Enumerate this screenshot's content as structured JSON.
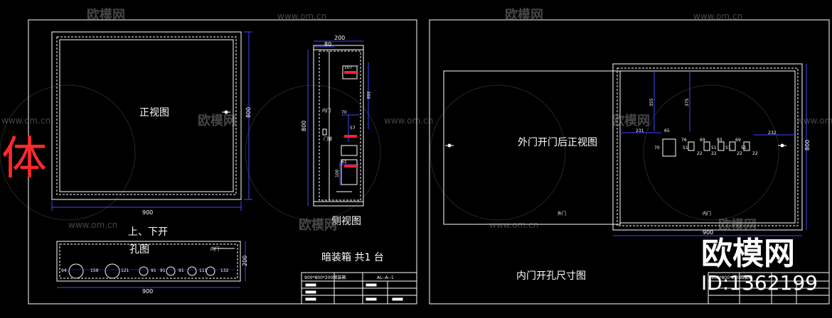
{
  "left_sheet": {
    "front_view_title": "正视图",
    "side_view_title": "侧视图",
    "holes_title_line1": "上、下开",
    "holes_title_line2": "孔图",
    "summary": "暗装箱  共1 台",
    "red_mark": "体",
    "front_width_dim": "900",
    "front_height_dim": "800",
    "side_width_dim": "200",
    "side_sub_dim": "80",
    "side_height_dim": "800",
    "side_dims": [
      "107",
      "388",
      "70",
      "57",
      "61",
      "100"
    ],
    "side_notes": [
      "内门",
      "门锁"
    ],
    "hole_width_dim": "900",
    "hole_depth_dim": "200",
    "hole_dims": [
      "94",
      "159",
      "121",
      "91",
      "91",
      "91",
      "111",
      "132"
    ],
    "hole_note": "内门",
    "title_block": {
      "spec": "900*800*200暗装箱",
      "code": "AL--A--1"
    }
  },
  "right_sheet": {
    "outer_title": "外门开门后正视图",
    "inner_title": "内门开孔尺寸图",
    "outer_note": "外门",
    "inner_note": "内门",
    "width_dim": "900",
    "height_dim": "800",
    "dims_top": [
      "355",
      "375"
    ],
    "dims_row": [
      "231",
      "65",
      "70",
      "76",
      "51",
      "69",
      "51",
      "83",
      "51",
      "69",
      "51",
      "232"
    ],
    "dims_bottom": [
      "22",
      "22",
      "22",
      "22"
    ],
    "title_block_spec": "900*800*200暗装箱"
  },
  "watermarks": {
    "brand": "欧模网",
    "url": "www.om.cn",
    "id": "ID:1362199"
  }
}
